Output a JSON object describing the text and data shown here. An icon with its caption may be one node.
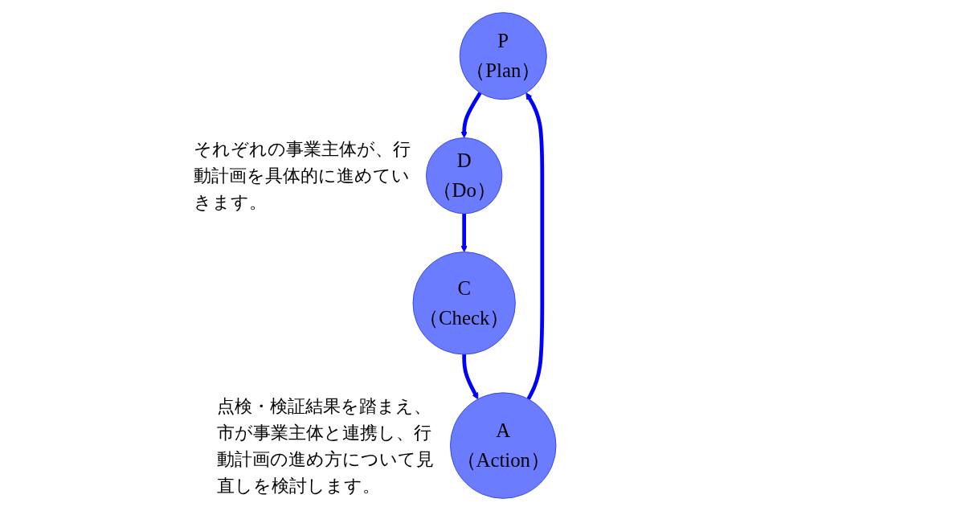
{
  "diagram": {
    "nodes": [
      {
        "text": [
          "P",
          "（Plan）"
        ]
      },
      {
        "text": [
          "A",
          "（Action）"
        ],
        "beside": [
          "点検・検証結果を踏まえ、市が事業主体と連携し、行動計画の進め方について見直しを検討します。"
        ]
      },
      {
        "text": [
          "D",
          "（Do）"
        ],
        "beside": [
          "それぞれの事業主体が、行動計画を具体的に進めていきます。"
        ]
      },
      {
        "text": [
          "C",
          "（Check）"
        ]
      }
    ],
    "edges": [
      {
        "from": 0,
        "to": 2,
        "arrow": "to"
      },
      {
        "from": 2,
        "to": 3,
        "arrow": "to"
      },
      {
        "from": 3,
        "to": 1,
        "arrow": "to"
      },
      {
        "from": 1,
        "to": 0,
        "arrow": "to"
      }
    ]
  }
}
